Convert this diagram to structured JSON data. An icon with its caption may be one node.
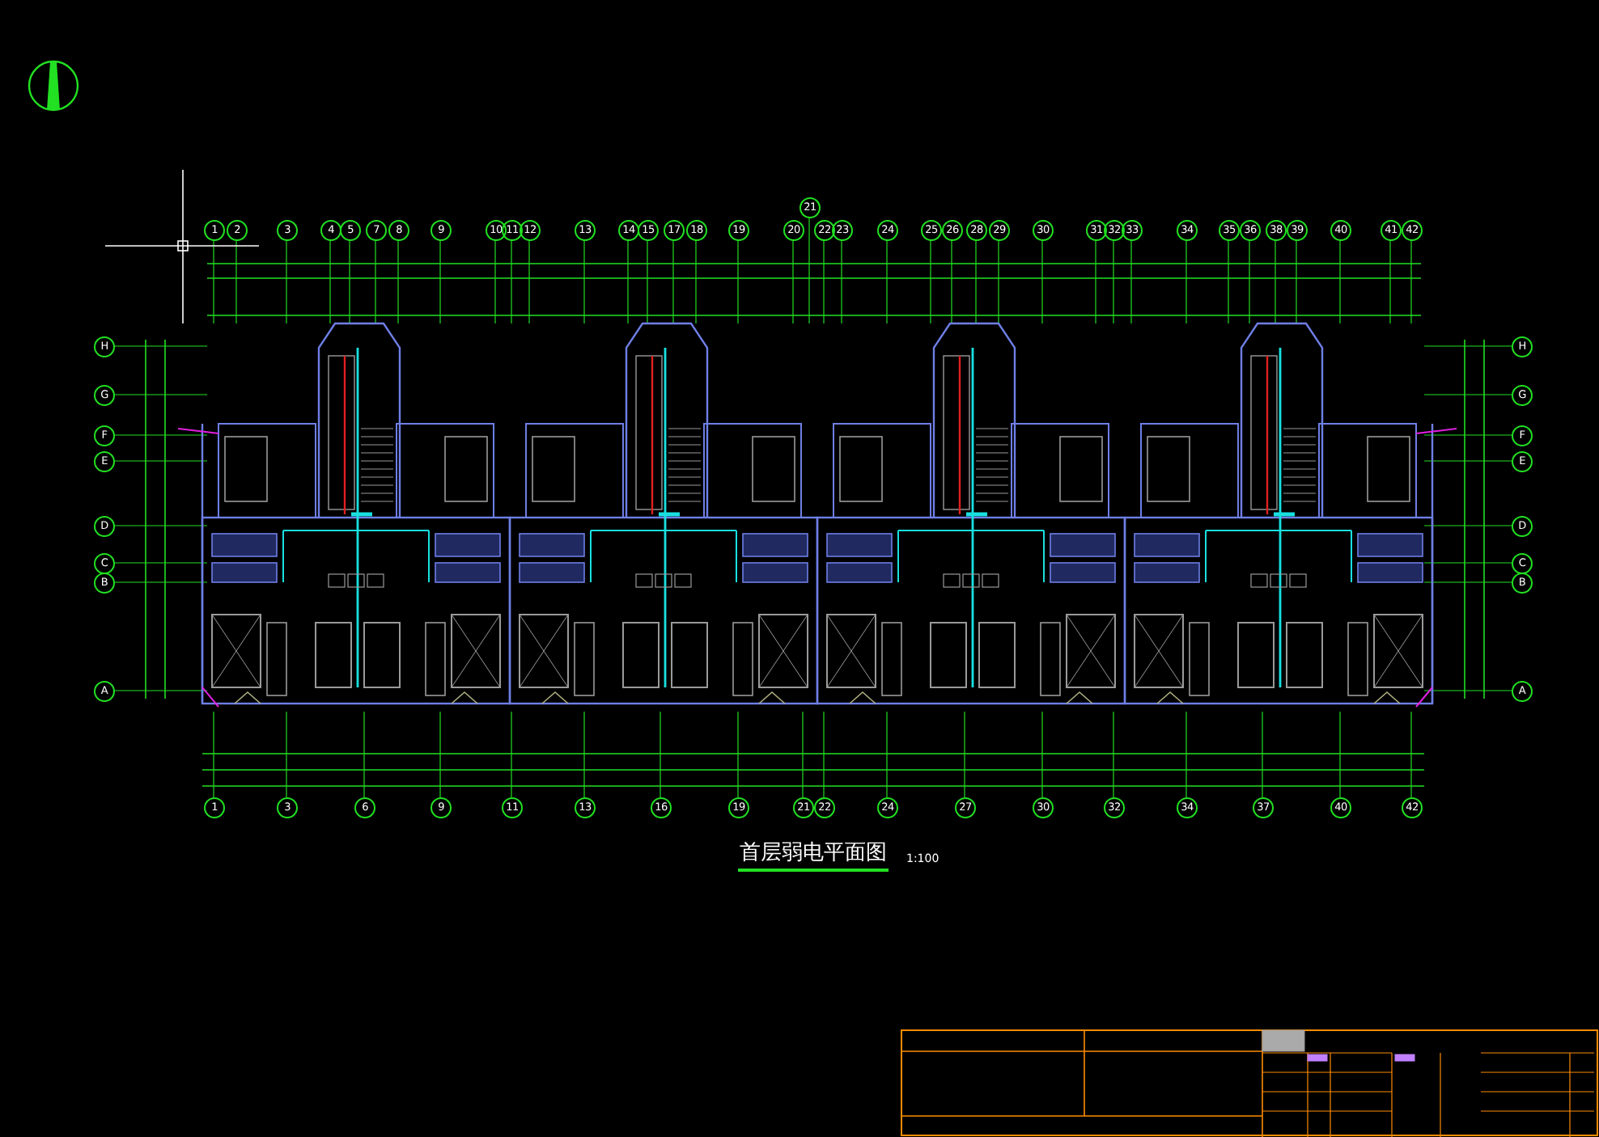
{
  "diagram": {
    "title": "首层弱电平面图",
    "nodes": [
      {
        "text": [
          "1"
        ]
      },
      {
        "text": [
          "2"
        ]
      },
      {
        "text": [
          "3"
        ]
      },
      {
        "text": [
          "4"
        ]
      },
      {
        "text": [
          "5"
        ]
      },
      {
        "text": [
          "7"
        ]
      },
      {
        "text": [
          "8"
        ]
      },
      {
        "text": [
          "9"
        ]
      },
      {
        "text": [
          "10"
        ]
      },
      {
        "text": [
          "11"
        ]
      },
      {
        "text": [
          "12"
        ]
      },
      {
        "text": [
          "13"
        ]
      },
      {
        "text": [
          "14"
        ]
      },
      {
        "text": [
          "15"
        ]
      },
      {
        "text": [
          "17"
        ]
      },
      {
        "text": [
          "18"
        ]
      },
      {
        "text": [
          "19"
        ]
      },
      {
        "text": [
          "20"
        ]
      },
      {
        "text": [
          "21"
        ]
      },
      {
        "text": [
          "22"
        ]
      },
      {
        "text": [
          "23"
        ]
      },
      {
        "text": [
          "24"
        ]
      },
      {
        "text": [
          "25"
        ]
      },
      {
        "text": [
          "26"
        ]
      },
      {
        "text": [
          "28"
        ]
      },
      {
        "text": [
          "29"
        ]
      },
      {
        "text": [
          "30"
        ]
      },
      {
        "text": [
          "31"
        ]
      },
      {
        "text": [
          "32"
        ]
      },
      {
        "text": [
          "33"
        ]
      },
      {
        "text": [
          "34"
        ]
      },
      {
        "text": [
          "35"
        ]
      },
      {
        "text": [
          "36"
        ]
      },
      {
        "text": [
          "38"
        ]
      },
      {
        "text": [
          "39"
        ]
      },
      {
        "text": [
          "40"
        ]
      },
      {
        "text": [
          "41"
        ]
      },
      {
        "text": [
          "42"
        ]
      },
      {
        "text": [
          "H"
        ]
      },
      {
        "text": [
          "G"
        ]
      },
      {
        "text": [
          "F"
        ]
      },
      {
        "text": [
          "E"
        ]
      },
      {
        "text": [
          "D"
        ]
      },
      {
        "text": [
          "C"
        ]
      },
      {
        "text": [
          "B"
        ]
      },
      {
        "text": [
          "A"
        ]
      },
      {
        "text": [
          "H"
        ]
      },
      {
        "text": [
          "G"
        ]
      },
      {
        "text": [
          "F"
        ]
      },
      {
        "text": [
          "E"
        ]
      },
      {
        "text": [
          "D"
        ]
      },
      {
        "text": [
          "C"
        ]
      },
      {
        "text": [
          "B"
        ]
      },
      {
        "text": [
          "A"
        ]
      },
      {
        "text": [
          "1"
        ]
      },
      {
        "text": [
          "3"
        ]
      },
      {
        "text": [
          "6"
        ]
      },
      {
        "text": [
          "9"
        ]
      },
      {
        "text": [
          "11"
        ]
      },
      {
        "text": [
          "13"
        ]
      },
      {
        "text": [
          "16"
        ]
      },
      {
        "text": [
          "19"
        ]
      },
      {
        "text": [
          "21"
        ]
      },
      {
        "text": [
          "22"
        ]
      },
      {
        "text": [
          "24"
        ]
      },
      {
        "text": [
          "27"
        ]
      },
      {
        "text": [
          "30"
        ]
      },
      {
        "text": [
          "32"
        ]
      },
      {
        "text": [
          "34"
        ]
      },
      {
        "text": [
          "37"
        ]
      },
      {
        "text": [
          "40"
        ]
      },
      {
        "text": [
          "42"
        ]
      }
    ],
    "labels": [
      "1:100"
    ]
  }
}
